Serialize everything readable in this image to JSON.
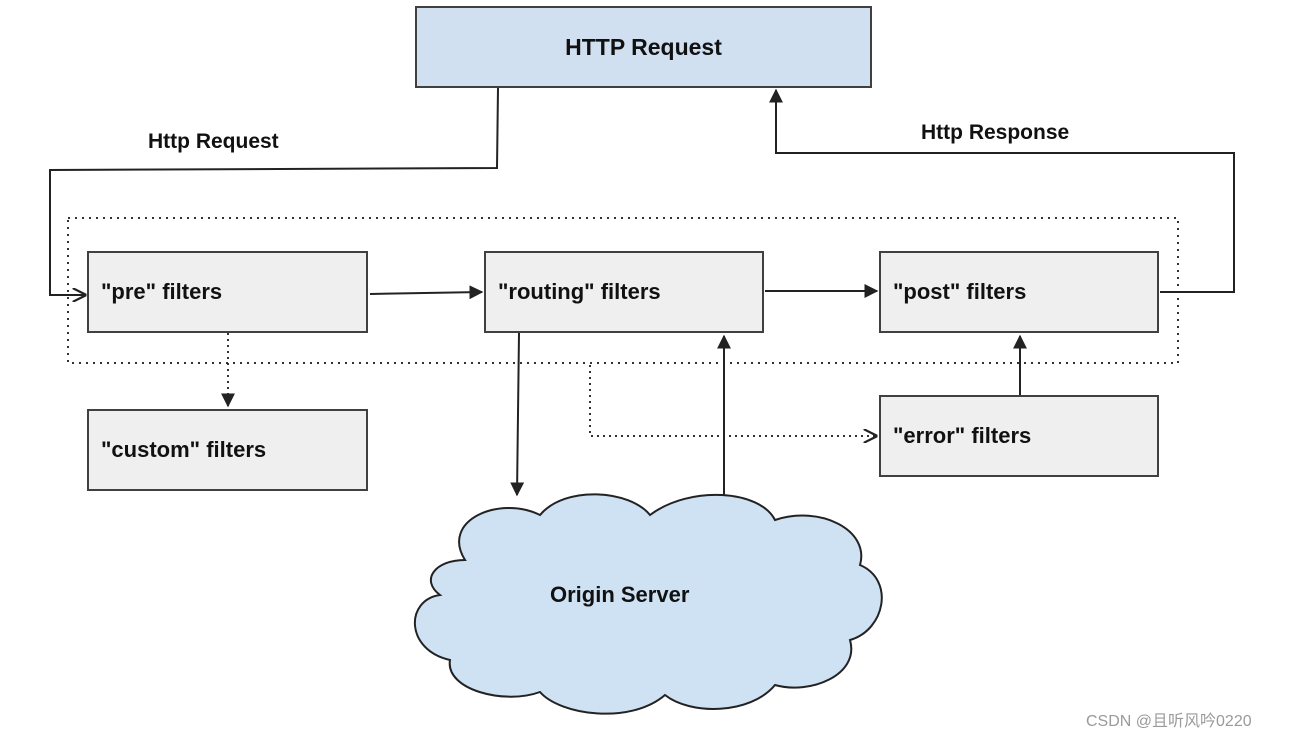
{
  "nodes": {
    "http_request": "HTTP Request",
    "pre_filters": "\"pre\" filters",
    "routing_filters": "\"routing\" filters",
    "post_filters": "\"post\" filters",
    "custom_filters": "\"custom\" filters",
    "error_filters": "\"error\" filters",
    "origin_server": "Origin Server"
  },
  "edge_labels": {
    "http_request": "Http Request",
    "http_response": "Http Response"
  },
  "colors": {
    "top_box_fill": "#d0e0f0",
    "filter_box_fill": "#efefef",
    "cloud_fill": "#cfe2f3",
    "stroke": "#222222"
  },
  "watermark": "CSDN @且听风吟0220"
}
